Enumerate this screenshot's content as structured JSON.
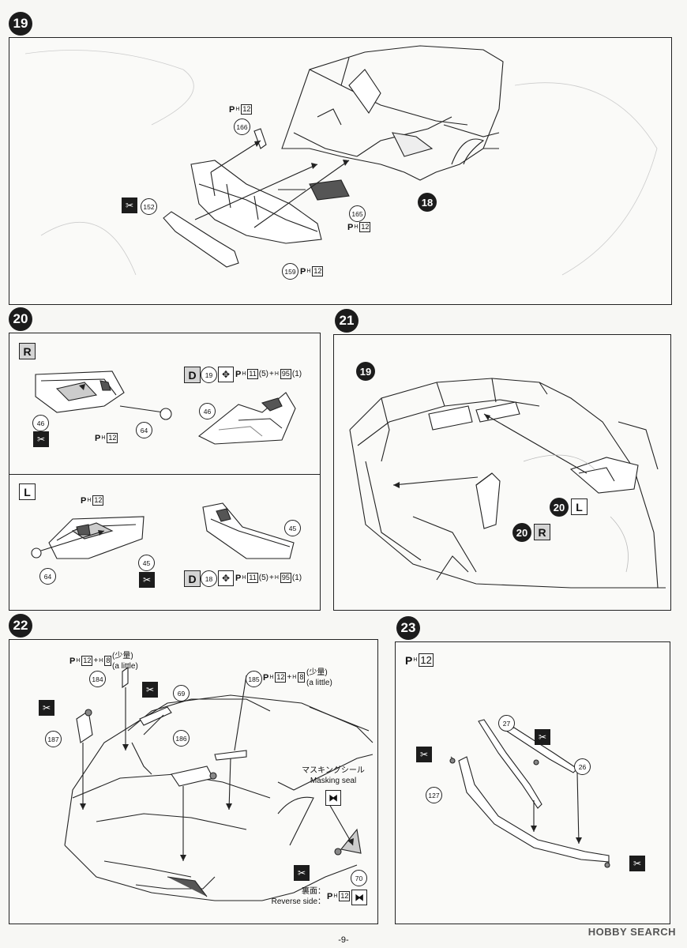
{
  "steps": [
    {
      "number": "19"
    },
    {
      "number": "20"
    },
    {
      "number": "21"
    },
    {
      "number": "22"
    },
    {
      "number": "23"
    }
  ],
  "step19": {
    "parts": [
      "166",
      "152",
      "159",
      "165"
    ],
    "assembly": "18",
    "paint": {
      "letter": "P",
      "sub": "H",
      "code": "12"
    }
  },
  "step20": {
    "right": {
      "side": "R",
      "parts": [
        "46",
        "64",
        "46"
      ],
      "decal_sheet": "D",
      "decal_no": "19",
      "paint_main": {
        "letter": "P",
        "sub": "H",
        "code": "12"
      },
      "mix": {
        "a_code": "11",
        "a_ratio": "(5)",
        "plus": "+",
        "b_sub": "H",
        "b_code": "95",
        "b_ratio": "(1)"
      }
    },
    "left": {
      "side": "L",
      "parts": [
        "64",
        "45",
        "45"
      ],
      "decal_sheet": "D",
      "decal_no": "18",
      "paint_main": {
        "letter": "P",
        "sub": "H",
        "code": "12"
      },
      "mix": {
        "a_code": "11",
        "a_ratio": "(5)",
        "plus": "+",
        "b_sub": "H",
        "b_code": "95",
        "b_ratio": "(1)"
      }
    }
  },
  "step21": {
    "assembly": "19",
    "left": {
      "num": "20",
      "side": "L"
    },
    "right": {
      "num": "20",
      "side": "R"
    }
  },
  "step22": {
    "parts": [
      "184",
      "187",
      "69",
      "186",
      "185",
      "70"
    ],
    "paint_184": {
      "code": "12",
      "plus": "+",
      "code2": "8",
      "jp": "(少量)",
      "en": "(a little)"
    },
    "paint_185": {
      "code": "12",
      "plus": "+",
      "code2": "8",
      "jp": "(少量)",
      "en": "(a little)"
    },
    "masking_jp": "マスキングシール",
    "masking_en": "Masking seal",
    "reverse_jp": "裏面：",
    "reverse_en": "Reverse side：",
    "reverse_code": "12"
  },
  "step23": {
    "paint": {
      "letter": "P",
      "sub": "H",
      "code": "12"
    },
    "parts": [
      "27",
      "26",
      "127"
    ]
  },
  "footer": {
    "page": "-9-",
    "watermark": "HOBBY SEARCH"
  },
  "icons": [
    "cement-icon",
    "masking-icon",
    "step-badge",
    "decal-icon"
  ]
}
